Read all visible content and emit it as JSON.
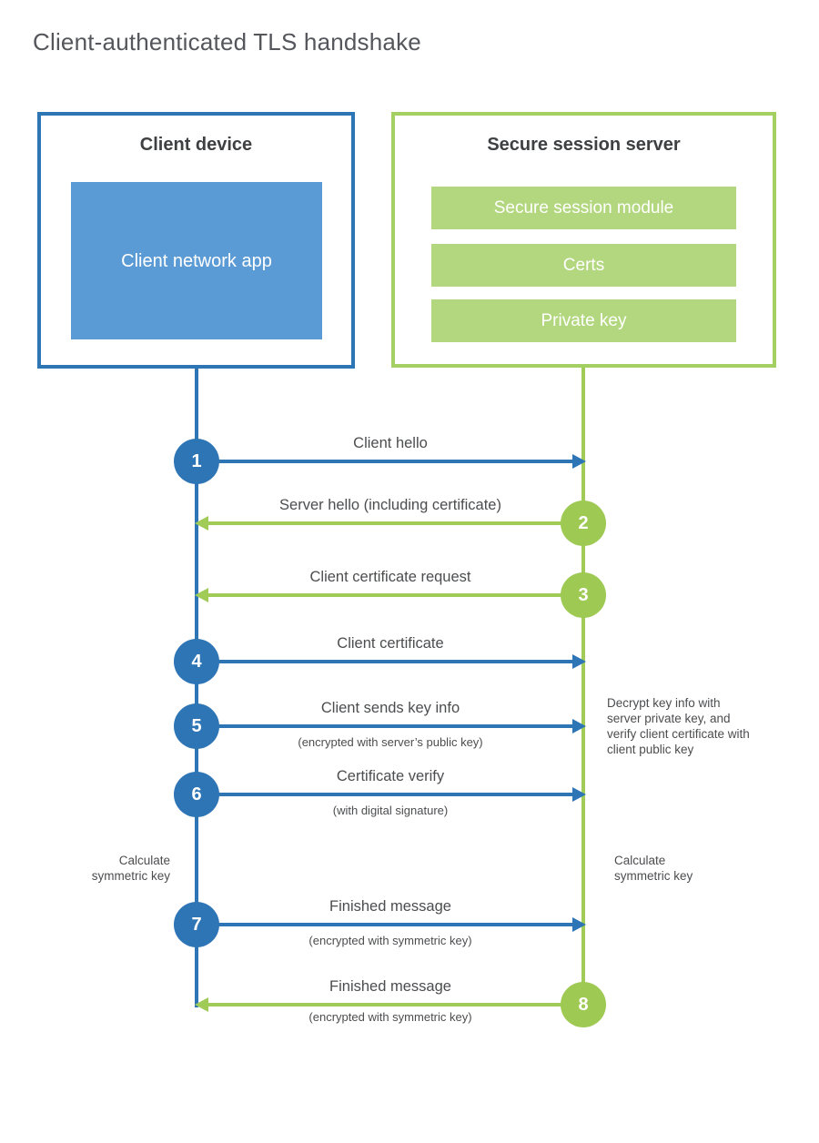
{
  "title": "Client-authenticated TLS handshake",
  "colors": {
    "blue": "#2e75b6",
    "blue_light": "#5b9bd5",
    "green": "#9ec953",
    "green_light": "#b3d77e",
    "text_dark": "#3f4042",
    "text_gray": "#4c4d4f"
  },
  "client": {
    "heading": "Client device",
    "app": "Client network app"
  },
  "server": {
    "heading": "Secure session server",
    "modules": [
      "Secure session module",
      "Certs",
      "Private key"
    ]
  },
  "steps": [
    {
      "num": "1",
      "label": "Client hello",
      "sublabel": "",
      "from": "client"
    },
    {
      "num": "2",
      "label": "Server hello (including certificate)",
      "sublabel": "",
      "from": "server"
    },
    {
      "num": "3",
      "label": "Client certificate request",
      "sublabel": "",
      "from": "server"
    },
    {
      "num": "4",
      "label": "Client certificate",
      "sublabel": "",
      "from": "client"
    },
    {
      "num": "5",
      "label": "Client sends key info",
      "sublabel": "(encrypted with server’s public key)",
      "from": "client"
    },
    {
      "num": "6",
      "label": "Certificate verify",
      "sublabel": "(with digital signature)",
      "from": "client"
    },
    {
      "num": "7",
      "label": "Finished message",
      "sublabel": "(encrypted with symmetric key)",
      "from": "client"
    },
    {
      "num": "8",
      "label": "Finished message",
      "sublabel": "(encrypted with symmetric key)",
      "from": "server"
    }
  ],
  "notes": {
    "decrypt": "Decrypt key info with server private key, and verify client certificate with client public key",
    "calc_client": "Calculate symmetric key",
    "calc_server": "Calculate symmetric key"
  }
}
